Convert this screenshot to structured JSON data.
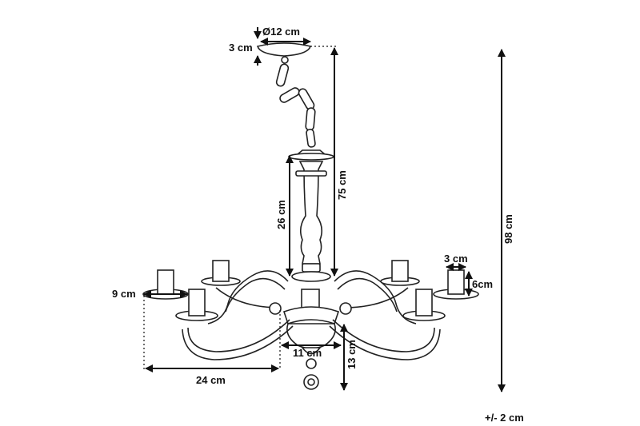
{
  "dimensions": {
    "canopy_diameter": "Ø12 cm",
    "canopy_height": "3 cm",
    "drop_length": "75 cm",
    "stem_height": "26 cm",
    "total_height": "98 cm",
    "candle_width": "3 cm",
    "candle_height": "6cm",
    "cup_width": "9 cm",
    "center_width": "11 cm",
    "bottom_height": "13 cm",
    "arm_reach": "24 cm"
  },
  "tolerance": "+/- 2 cm"
}
